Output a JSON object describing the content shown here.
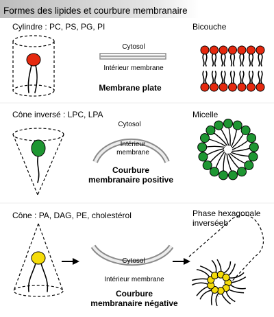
{
  "title": "Formes des lipides et courbure membranaire",
  "colors": {
    "head_cylinder": "#e5290f",
    "head_inverted_cone": "#1e9632",
    "head_cone": "#f5dc0a",
    "membrane_gray": "#a6a6a6"
  },
  "rows": [
    {
      "shape_label": "Cylindre : PC, PS, PG, PI",
      "membrane_top_label": "Cytosol",
      "membrane_bottom_label": "Intérieur membrane",
      "curvature_label": "Membrane plate",
      "structure_label": "Bicouche"
    },
    {
      "shape_label": "Cône inversé : LPC, LPA",
      "membrane_top_label": "Cytosol",
      "membrane_inner_label": "Intérieur\nmembrane",
      "curvature_label": "Courbure\nmembranaire positive",
      "structure_label": "Micelle"
    },
    {
      "shape_label": "Cône : PA, DAG, PE, cholestérol",
      "membrane_top_label": "Cytosol",
      "membrane_bottom_label": "Intérieur membrane",
      "curvature_label": "Courbure\nmembranaire négative",
      "structure_label": "Phase hexagonale\ninverséeb"
    }
  ]
}
